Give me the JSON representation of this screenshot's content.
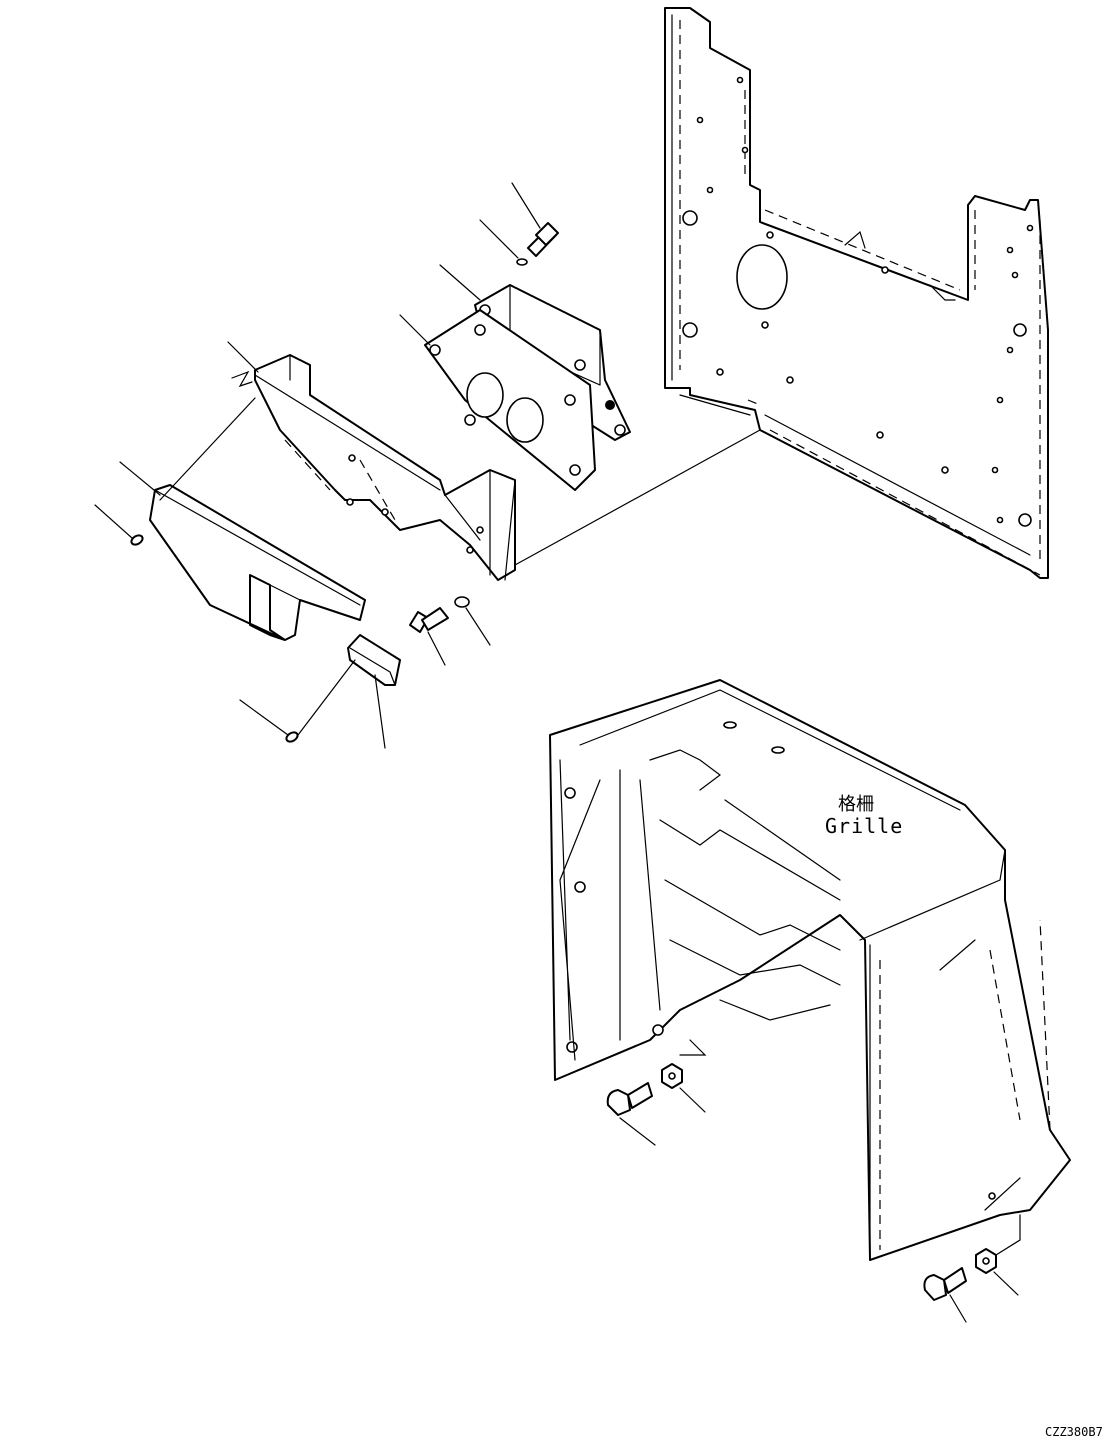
{
  "labels": {
    "grille_jp": "格柵",
    "grille_en": "Grille"
  },
  "drawing_code": "CZZ380B7"
}
